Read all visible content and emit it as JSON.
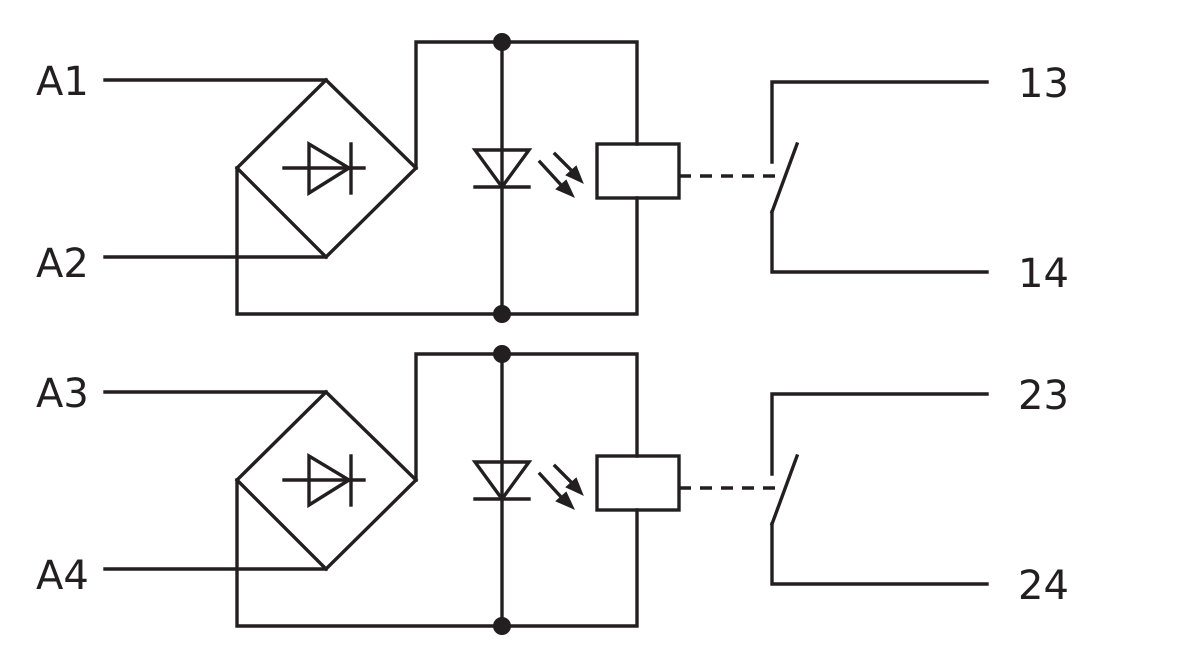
{
  "colors": {
    "line": "#231f20",
    "background": "#ffffff"
  },
  "channels": [
    {
      "input_top": "A1",
      "input_bottom": "A2",
      "output_top": "13",
      "output_bottom": "14"
    },
    {
      "input_top": "A3",
      "input_bottom": "A4",
      "output_top": "23",
      "output_bottom": "24"
    }
  ]
}
